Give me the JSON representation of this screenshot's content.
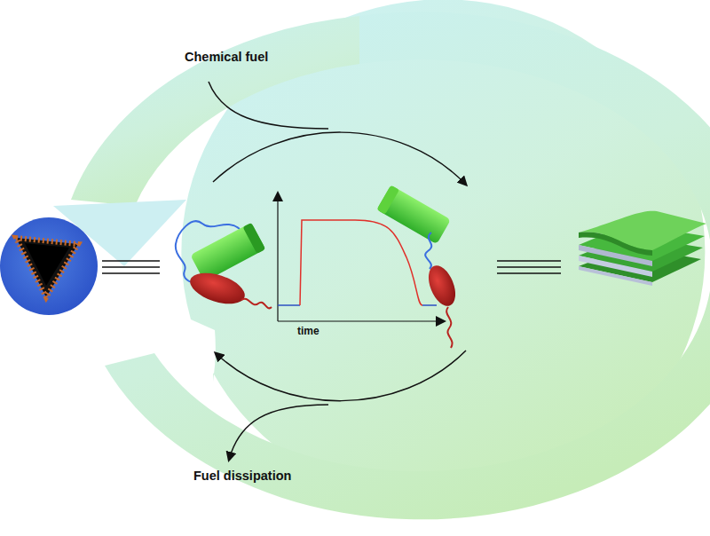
{
  "diagram": {
    "labels": [
      "Chemical fuel",
      "time",
      "Fuel dissipation"
    ]
  }
}
